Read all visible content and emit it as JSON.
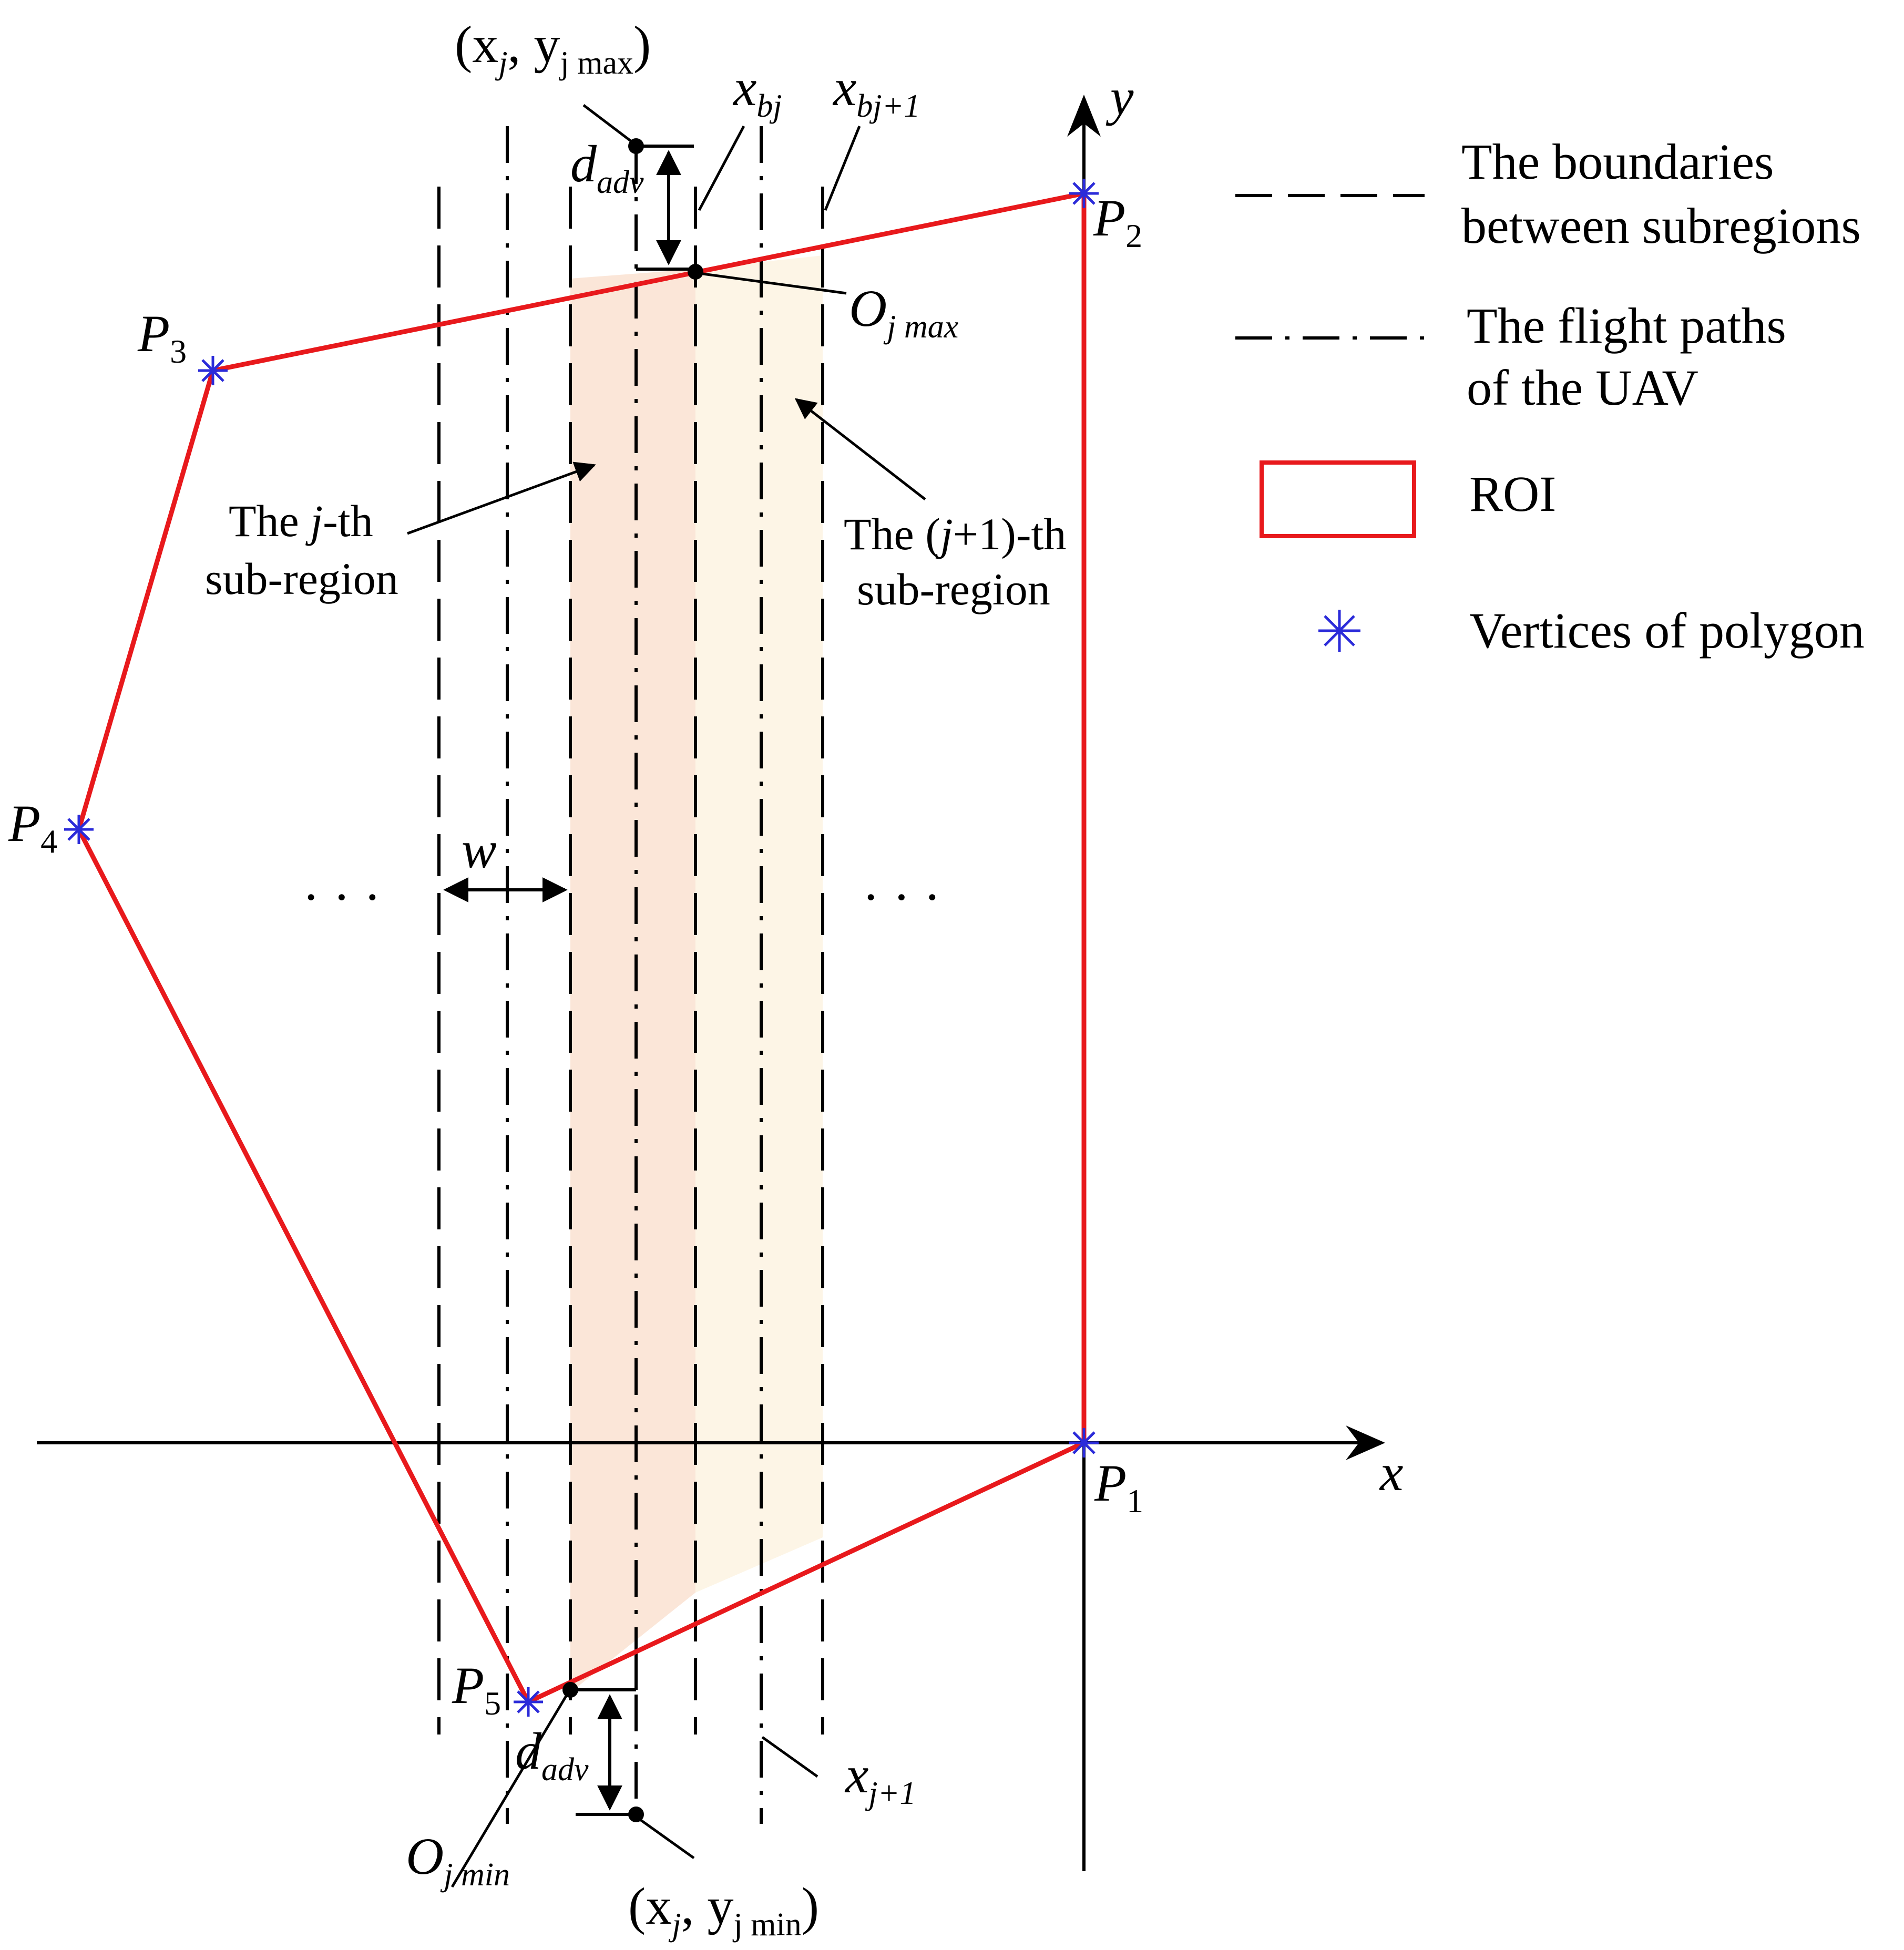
{
  "colors": {
    "roi": "#e8191c",
    "vertex": "#2b2bd9",
    "subregion_j": "#fbe6d8",
    "subregion_j1": "#fdf5e6",
    "line": "#000000"
  },
  "axes": {
    "x": "x",
    "y": "y"
  },
  "vertices": {
    "p1": {
      "main": "P",
      "sub": "1"
    },
    "p2": {
      "main": "P",
      "sub": "2"
    },
    "p3": {
      "main": "P",
      "sub": "3"
    },
    "p4": {
      "main": "P",
      "sub": "4"
    },
    "p5": {
      "main": "P",
      "sub": "5"
    }
  },
  "labels": {
    "top_point": {
      "open": "(x",
      "sub1": "j",
      "comma": ", y",
      "sub2": "j max",
      "close": ")"
    },
    "bottom_point": {
      "open": "(x",
      "sub1": "j",
      "comma": ", y",
      "sub2": "j min",
      "close": ")"
    },
    "xbj": {
      "main": "x",
      "sub": "bj"
    },
    "xbj1": {
      "main": "x",
      "sub": "bj+1"
    },
    "xj1": {
      "main": "x",
      "sub": "j+1"
    },
    "dadv_top": {
      "main": "d",
      "sub": "adv"
    },
    "dadv_bottom": {
      "main": "d",
      "sub": "adv"
    },
    "ojmax": {
      "main": "O",
      "sub": "j max"
    },
    "ojmin": {
      "main": "O",
      "sub": "j min"
    },
    "w": "w",
    "dots_left": "· · ·",
    "dots_right": "· · ·",
    "jth": {
      "line1_a": "The ",
      "line1_j": "j",
      "line1_b": "-th",
      "line2": "sub-region"
    },
    "j1th": {
      "line1_a": "The (",
      "line1_j": "j",
      "line1_b": "+1)-th",
      "line2": "sub-region"
    }
  },
  "legend": {
    "boundaries": [
      "The boundaries",
      "between subregions"
    ],
    "flight_paths": [
      "The flight paths",
      "of the UAV"
    ],
    "roi": "ROI",
    "vertices": "Vertices of polygon"
  }
}
